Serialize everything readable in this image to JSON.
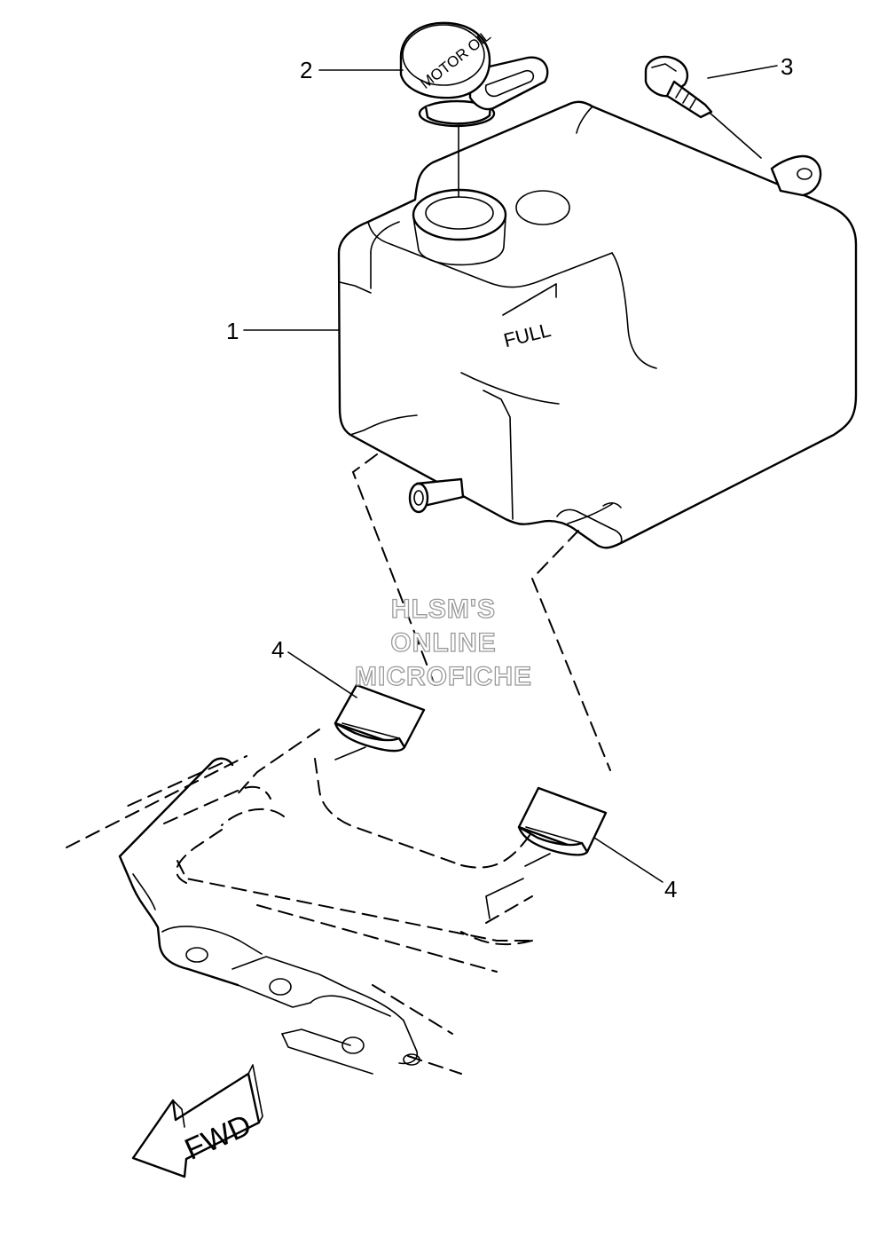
{
  "callouts": {
    "part1": "1",
    "part2": "2",
    "part3": "3",
    "part4a": "4",
    "part4b": "4"
  },
  "labels": {
    "cap_text": "MOTOR OIL",
    "full_mark": "FULL",
    "fwd_arrow": "FWD"
  },
  "watermark": {
    "line1": "HLSM'S",
    "line2": "ONLINE",
    "line3": "MICROFICHE"
  },
  "colors": {
    "line": "#000000",
    "background": "#ffffff",
    "watermark_outline": "#9a9a9a"
  },
  "icons": {
    "direction": "fwd-arrow-icon"
  }
}
